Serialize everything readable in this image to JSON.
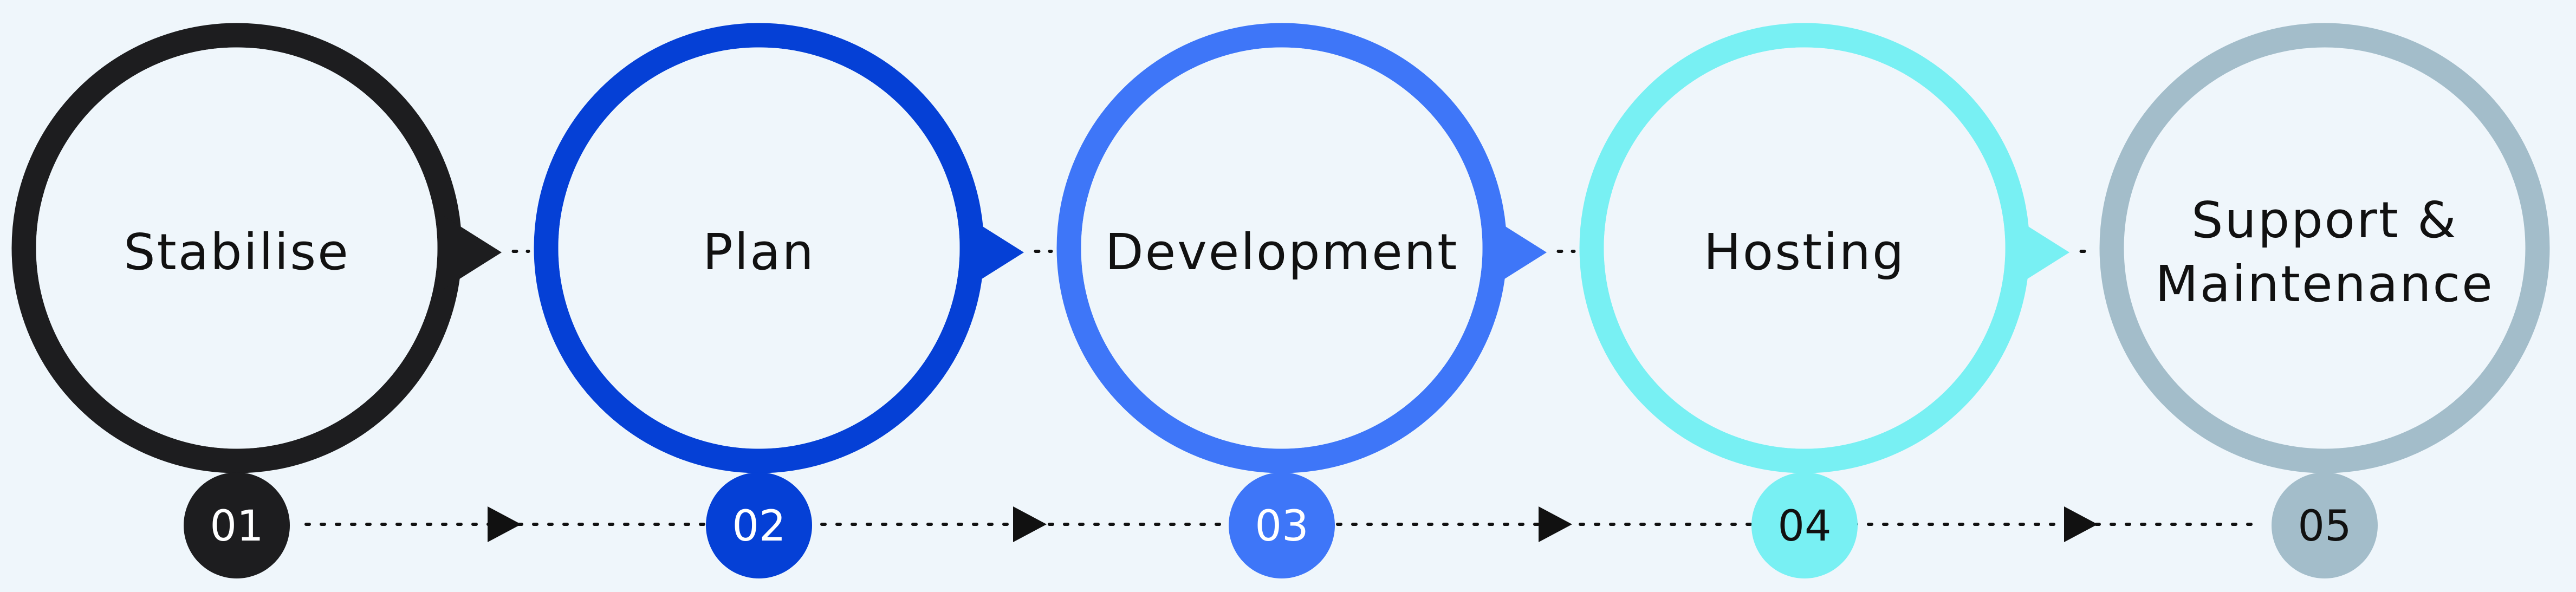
{
  "background_color": "#eff6fb",
  "connector_color": "#111111",
  "steps": [
    {
      "number": "01",
      "label_lines": [
        "Stabilise"
      ],
      "color": "#1d1d1f",
      "number_text_color": "#ffffff"
    },
    {
      "number": "02",
      "label_lines": [
        "Plan"
      ],
      "color": "#0540d6",
      "number_text_color": "#ffffff"
    },
    {
      "number": "03",
      "label_lines": [
        "Development"
      ],
      "color": "#3e76f8",
      "number_text_color": "#ffffff"
    },
    {
      "number": "04",
      "label_lines": [
        "Hosting"
      ],
      "color": "#78f0f3",
      "number_text_color": "#111111"
    },
    {
      "number": "05",
      "label_lines": [
        "Support &",
        "Maintenance"
      ],
      "color": "#a3bdca",
      "number_text_color": "#111111"
    }
  ]
}
